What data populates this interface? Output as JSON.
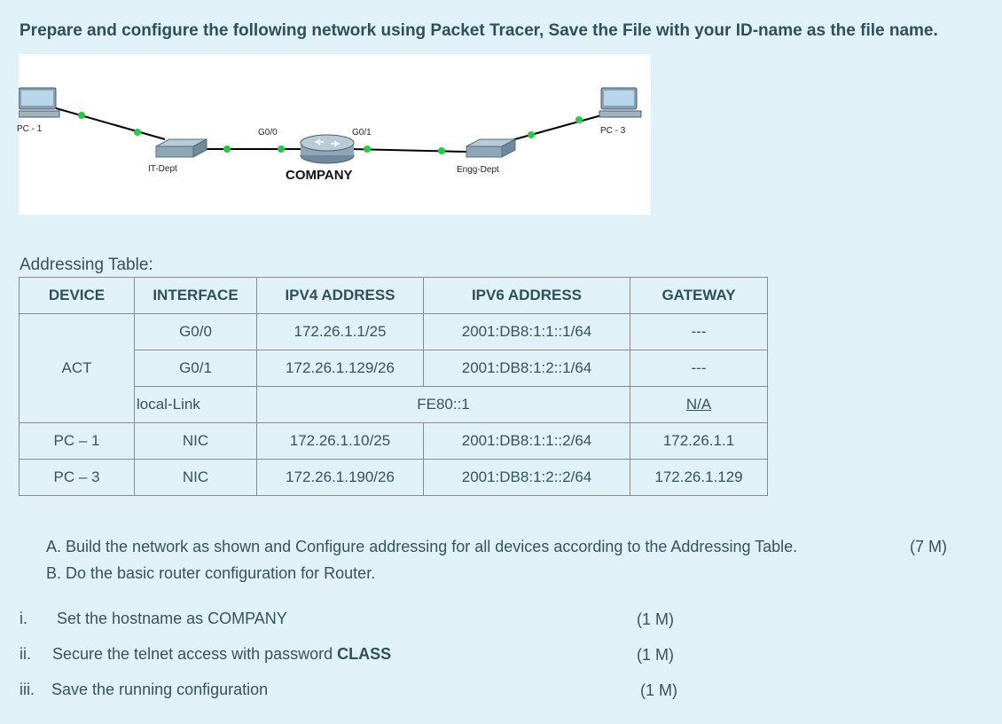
{
  "heading": "Prepare and configure the following network using Packet Tracer, Save the File with your ID-name as the file name.",
  "diagram": {
    "pc1_label": "PC - 1",
    "pc3_label": "PC - 3",
    "switch1_label": "IT-Dept",
    "switch2_label": "Engg-Dept",
    "router_label": "COMPANY",
    "g00_label": "G0/0",
    "g01_label": "G0/1",
    "link_color": "#000000",
    "port_color": "#22cc44"
  },
  "table": {
    "title": "Addressing Table:",
    "headers": [
      "DEVICE",
      "INTERFACE",
      "IPV4 ADDRESS",
      "IPV6 ADDRESS",
      "GATEWAY"
    ],
    "act_device": "ACT",
    "act_rows": [
      {
        "interface": "G0/0",
        "ipv4": "172.26.1.1/25",
        "ipv6": "2001:DB8:1:1::1/64",
        "gateway": "---"
      },
      {
        "interface": "G0/1",
        "ipv4": "172.26.1.129/26",
        "ipv6": "2001:DB8:1:2::1/64",
        "gateway": "---"
      }
    ],
    "local_link": {
      "interface": "local-Link",
      "address": "FE80::1",
      "gateway": "N/A"
    },
    "pc_rows": [
      {
        "device": "PC – 1",
        "interface": "NIC",
        "ipv4": "172.26.1.10/25",
        "ipv6": "2001:DB8:1:1::2/64",
        "gateway": "172.26.1.1"
      },
      {
        "device": "PC – 3",
        "interface": "NIC",
        "ipv4": "172.26.1.190/26",
        "ipv6": "2001:DB8:1:2::2/64",
        "gateway": "172.26.1.129"
      }
    ]
  },
  "tasks": {
    "a": {
      "text": "A. Build the network as shown and Configure addressing for all devices according to the Addressing Table.",
      "marks": "(7 M)"
    },
    "b": {
      "text": "B. Do the basic router configuration for Router."
    },
    "subtasks": [
      {
        "num": "i.",
        "text": "Set the hostname as COMPANY",
        "bold": "",
        "marks": "(1 M)"
      },
      {
        "num": "ii.",
        "text": "Secure the telnet access with password ",
        "bold": "CLASS",
        "marks": "(1 M)"
      },
      {
        "num": "iii.",
        "text": "Save the running configuration",
        "bold": "",
        "marks": "(1 M)"
      }
    ]
  }
}
